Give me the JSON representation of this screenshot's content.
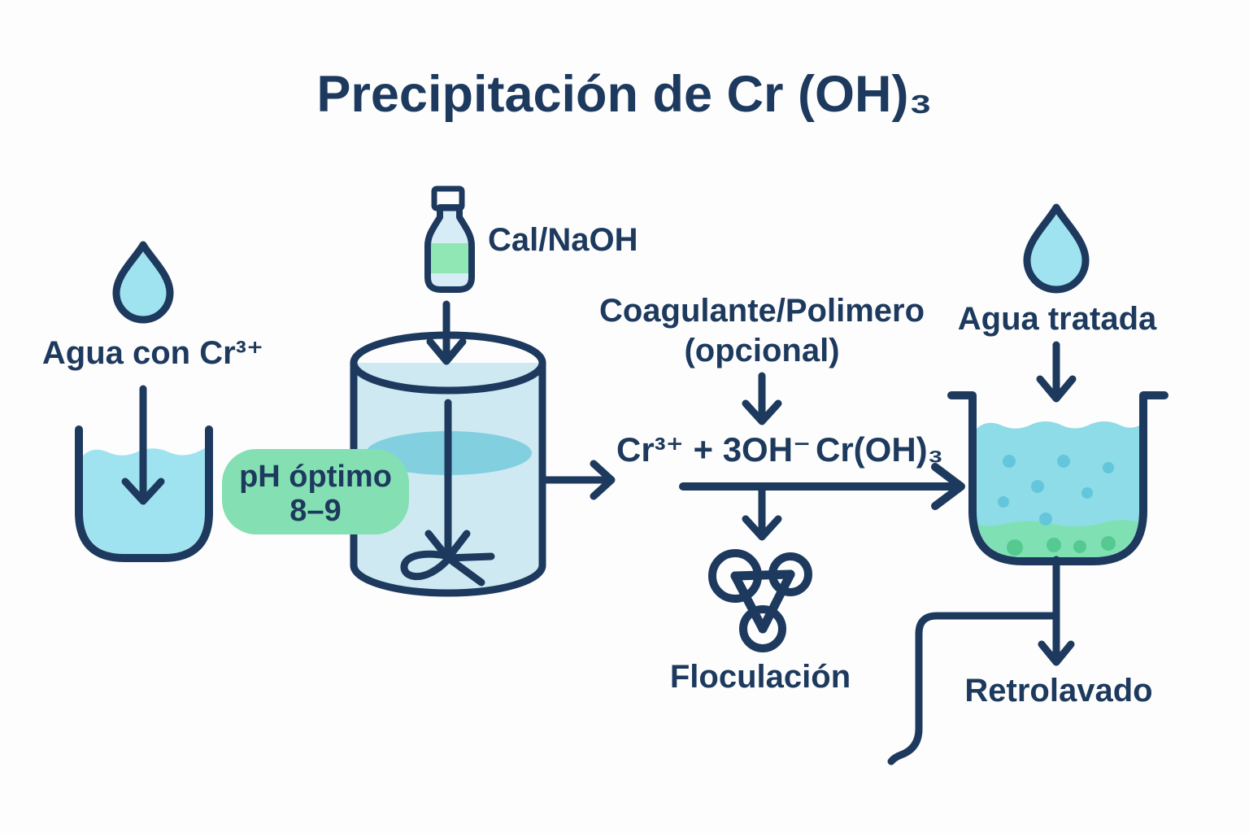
{
  "title": "Precipitación de Cr (OH)₃",
  "colors": {
    "navy": "#1d3a5e",
    "cyan_fill": "#9fe3f0",
    "tank_body": "#cfe9f3",
    "tank_top": "#d8eef7",
    "tank_liquid": "#82cfe0",
    "green_badge": "#84dfb2",
    "bottle_body": "#d6ecf7",
    "bottle_band": "#90e7b4",
    "bottle_cap": "#8ce4ef",
    "floc_fill": "#7edce9",
    "settled_water": "#8ddce8",
    "settled_sludge": "#7fe0b4"
  },
  "icons": {
    "source": "water-drop-icon",
    "reagent": "reagent-bottle-icon",
    "mixer": "stirred-tank-icon",
    "floc": "particle-cluster-icon",
    "treated": "water-drop-icon",
    "settler": "settling-tank-icon"
  },
  "source_water": {
    "label": "Agua con Cr³⁺"
  },
  "reagent": {
    "label": "Cal/NaOH"
  },
  "ph_badge": {
    "line1": "pH óptimo",
    "line2": "8–9"
  },
  "coagulant": {
    "line1": "Coagulante/Polimero",
    "line2": "(opcional)"
  },
  "equation": {
    "reactants": "Cr³⁺ + 3OH⁻",
    "product": "Cr(OH)₃"
  },
  "flocculation": {
    "label": "Floculación"
  },
  "treated_water": {
    "label": "Agua tratada"
  },
  "backwash": {
    "label": "Retrolavado"
  }
}
